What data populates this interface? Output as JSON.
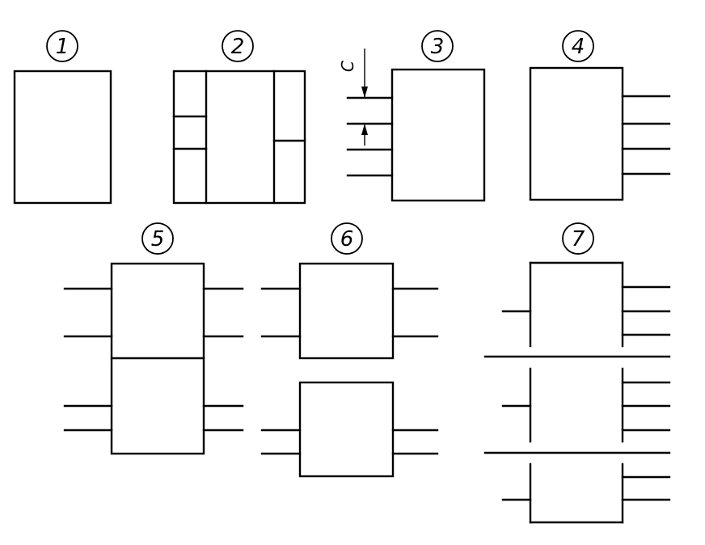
{
  "figures": [
    {
      "id": "fig-1",
      "label": "1"
    },
    {
      "id": "fig-2",
      "label": "2"
    },
    {
      "id": "fig-3",
      "label": "3"
    },
    {
      "id": "fig-4",
      "label": "4"
    },
    {
      "id": "fig-5",
      "label": "5"
    },
    {
      "id": "fig-6",
      "label": "6"
    },
    {
      "id": "fig-7",
      "label": "7"
    }
  ],
  "dimension_label": "C"
}
